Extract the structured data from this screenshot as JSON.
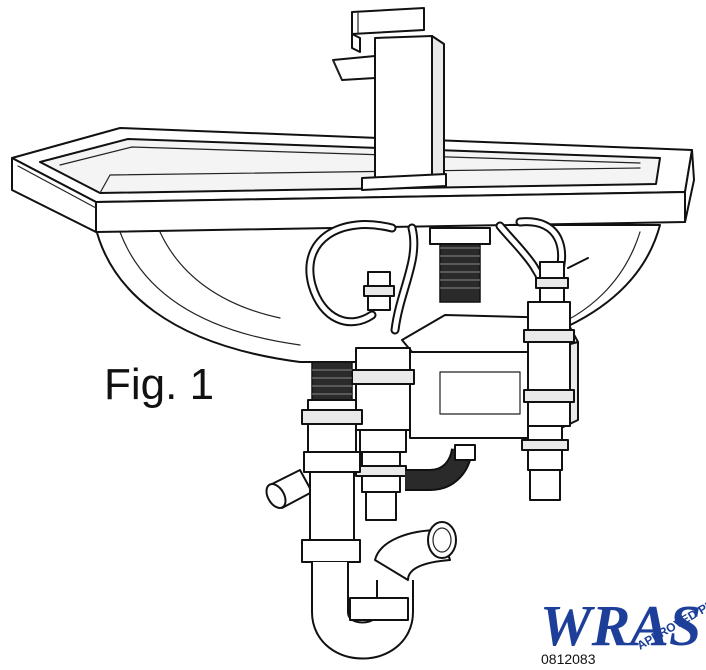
{
  "figure": {
    "label": "Fig. 1"
  },
  "logo": {
    "brand": "WRAS",
    "tagline": "APPROVED PRODUCT",
    "certificate_number": "0812083",
    "brand_color": "#1d3f9a"
  },
  "icons": [
    "basin-illustration",
    "wras-approved-logo"
  ]
}
